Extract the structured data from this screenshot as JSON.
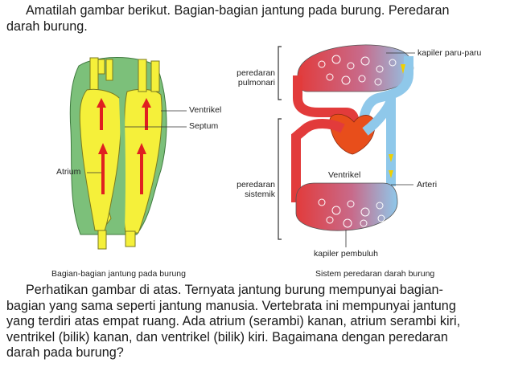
{
  "intro": {
    "line1": "Amatilah gambar berikut. Bagian-bagian jantung pada burung. Peredaran",
    "line2": "darah burung."
  },
  "heart_figure": {
    "labels": {
      "ventrikel": "Ventrikel",
      "septum": "Septum",
      "atrium": "Atrium"
    },
    "caption": "Bagian-bagian jantung pada burung",
    "colors": {
      "chamber": "#f5f03a",
      "tissue": "#7cc07a",
      "arrow": "#e02020"
    }
  },
  "circulation_figure": {
    "labels": {
      "pulmonary_line1": "peredaran",
      "pulmonary_line2": "pulmonari",
      "systemic_line1": "peredaran",
      "systemic_line2": "sistemik",
      "lung_capillary": "kapiler paru-paru",
      "ventricle": "Ventrikel",
      "artery": "Arteri",
      "body_capillary": "kapiler pembuluh"
    },
    "caption": "Sistem peredaran darah burung",
    "colors": {
      "oxygenated": "#e23b3b",
      "deoxygenated": "#8fc8ea",
      "heart": "#e84e1b",
      "flow_arrow": "#f0d000"
    }
  },
  "body_text": {
    "lines": [
      "Perhatikan gambar di atas. Ternyata jantung burung mempunyai bagian-",
      "bagian yang sama seperti jantung manusia. Vertebrata ini mempunyai jantung",
      "yang terdiri atas empat ruang. Ada atrium (serambi) kanan, atrium serambi kiri,",
      "ventrikel (bilik) kanan, dan ventrikel (bilik) kiri. Bagaimana dengan peredaran",
      "darah pada burung?"
    ]
  }
}
